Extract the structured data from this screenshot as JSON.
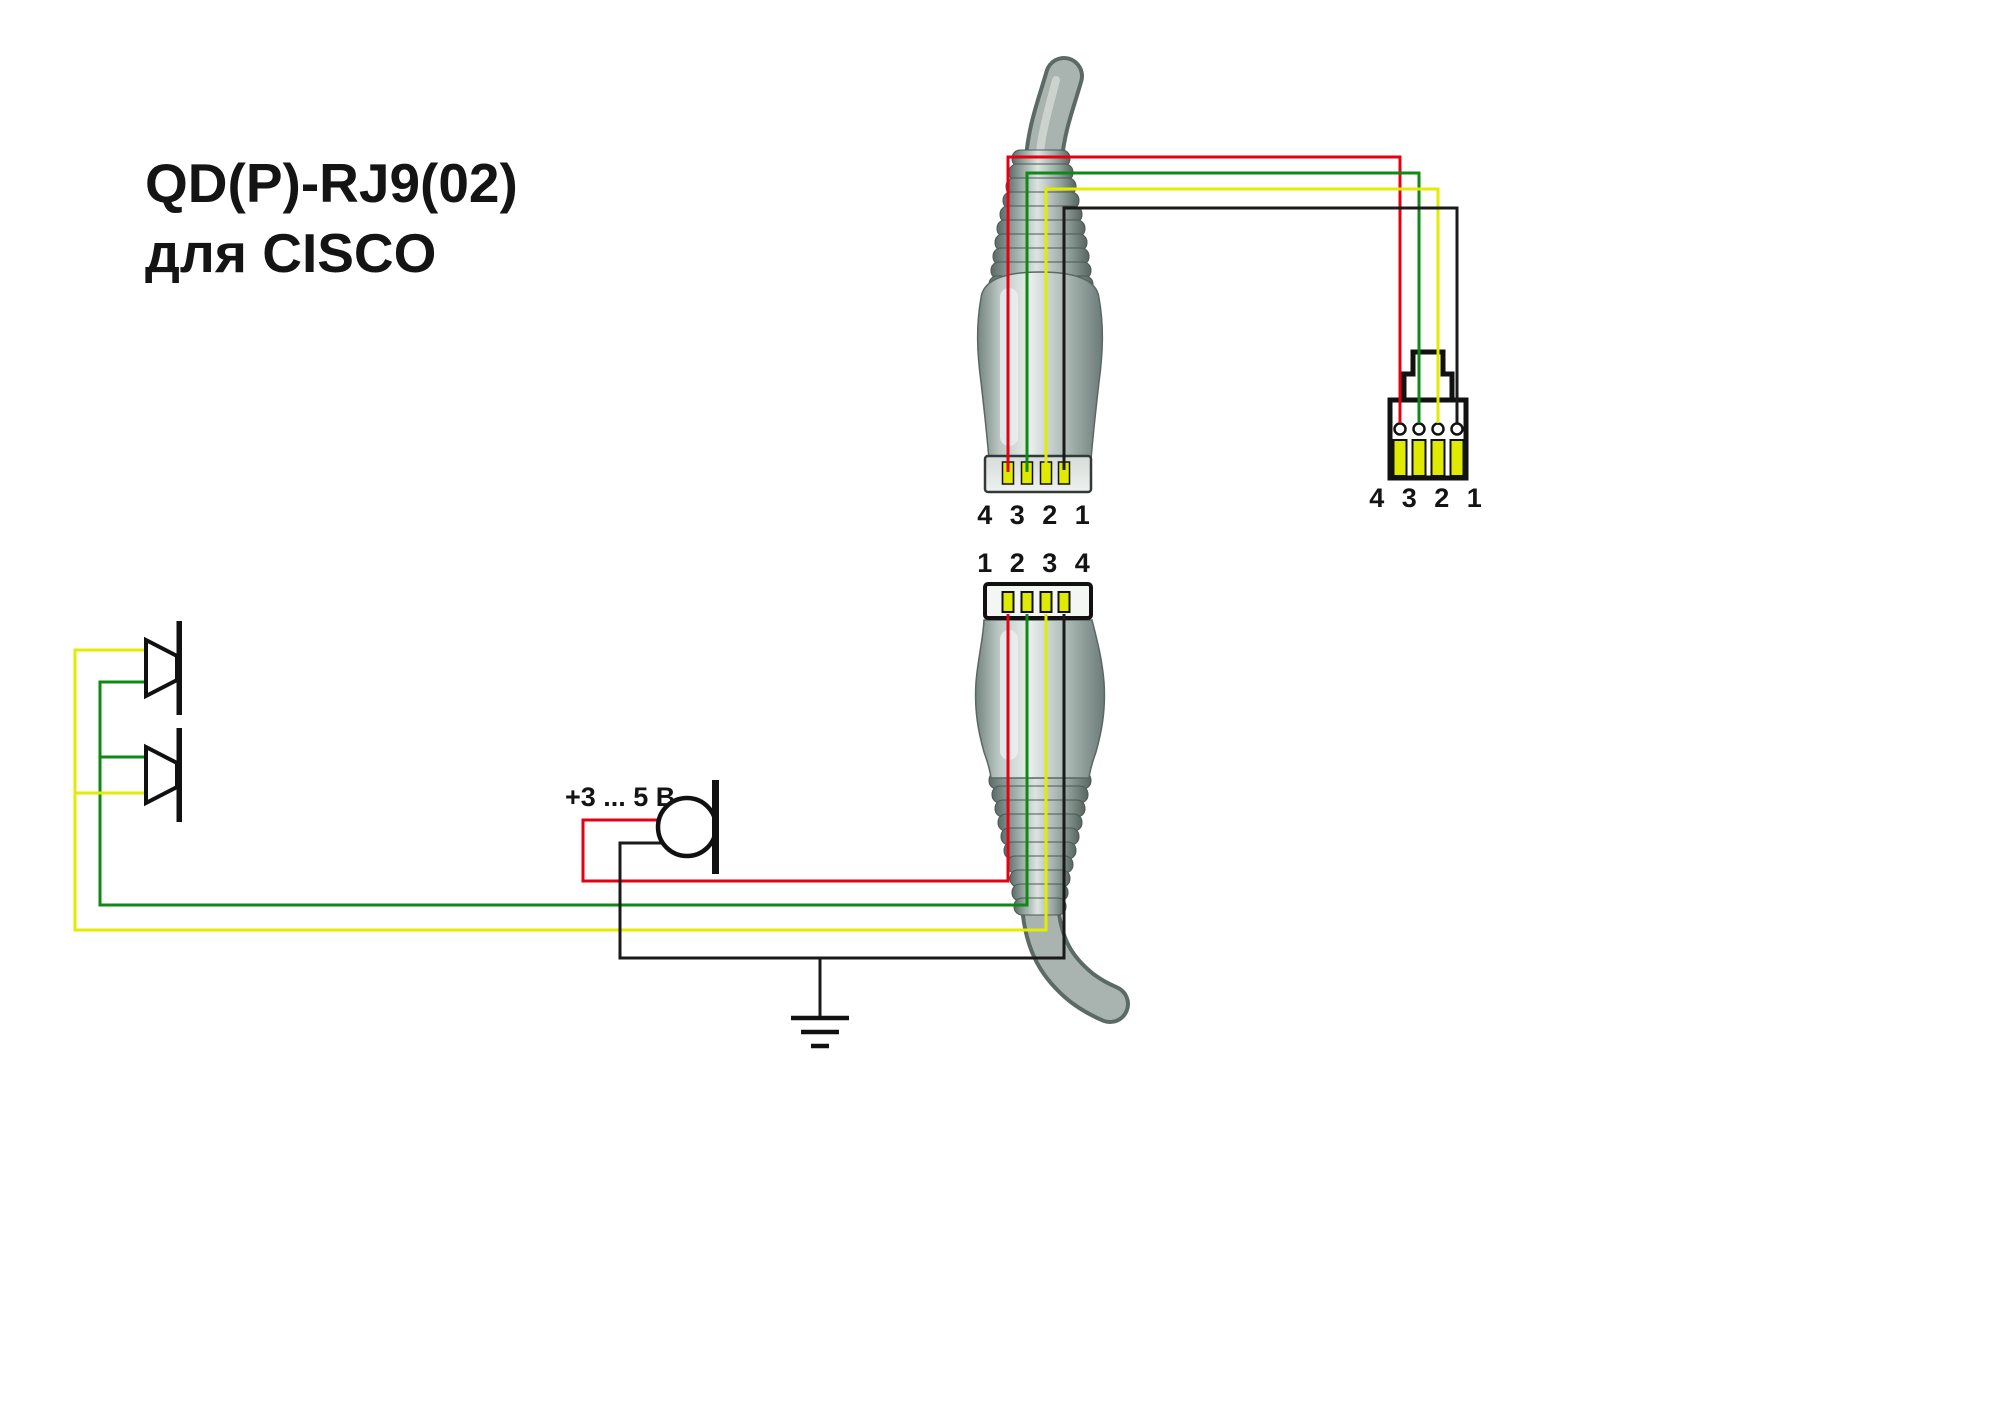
{
  "title": {
    "line1": "QD(P)-RJ9(02)",
    "line2": "для CISCO"
  },
  "labels": {
    "qd_top_pins": "4 3 2 1",
    "qd_bottom_pins": "1 2 3 4",
    "rj9_pins": "4 3 2 1",
    "mic_voltage": "+3 ... 5 В"
  },
  "colors": {
    "wire_red": "#e60012",
    "wire_green": "#0e8a14",
    "wire_yellow": "#e3eb00",
    "wire_black": "#1a1a1a",
    "pin_contact": "#e0e900",
    "outline": "#111111"
  }
}
